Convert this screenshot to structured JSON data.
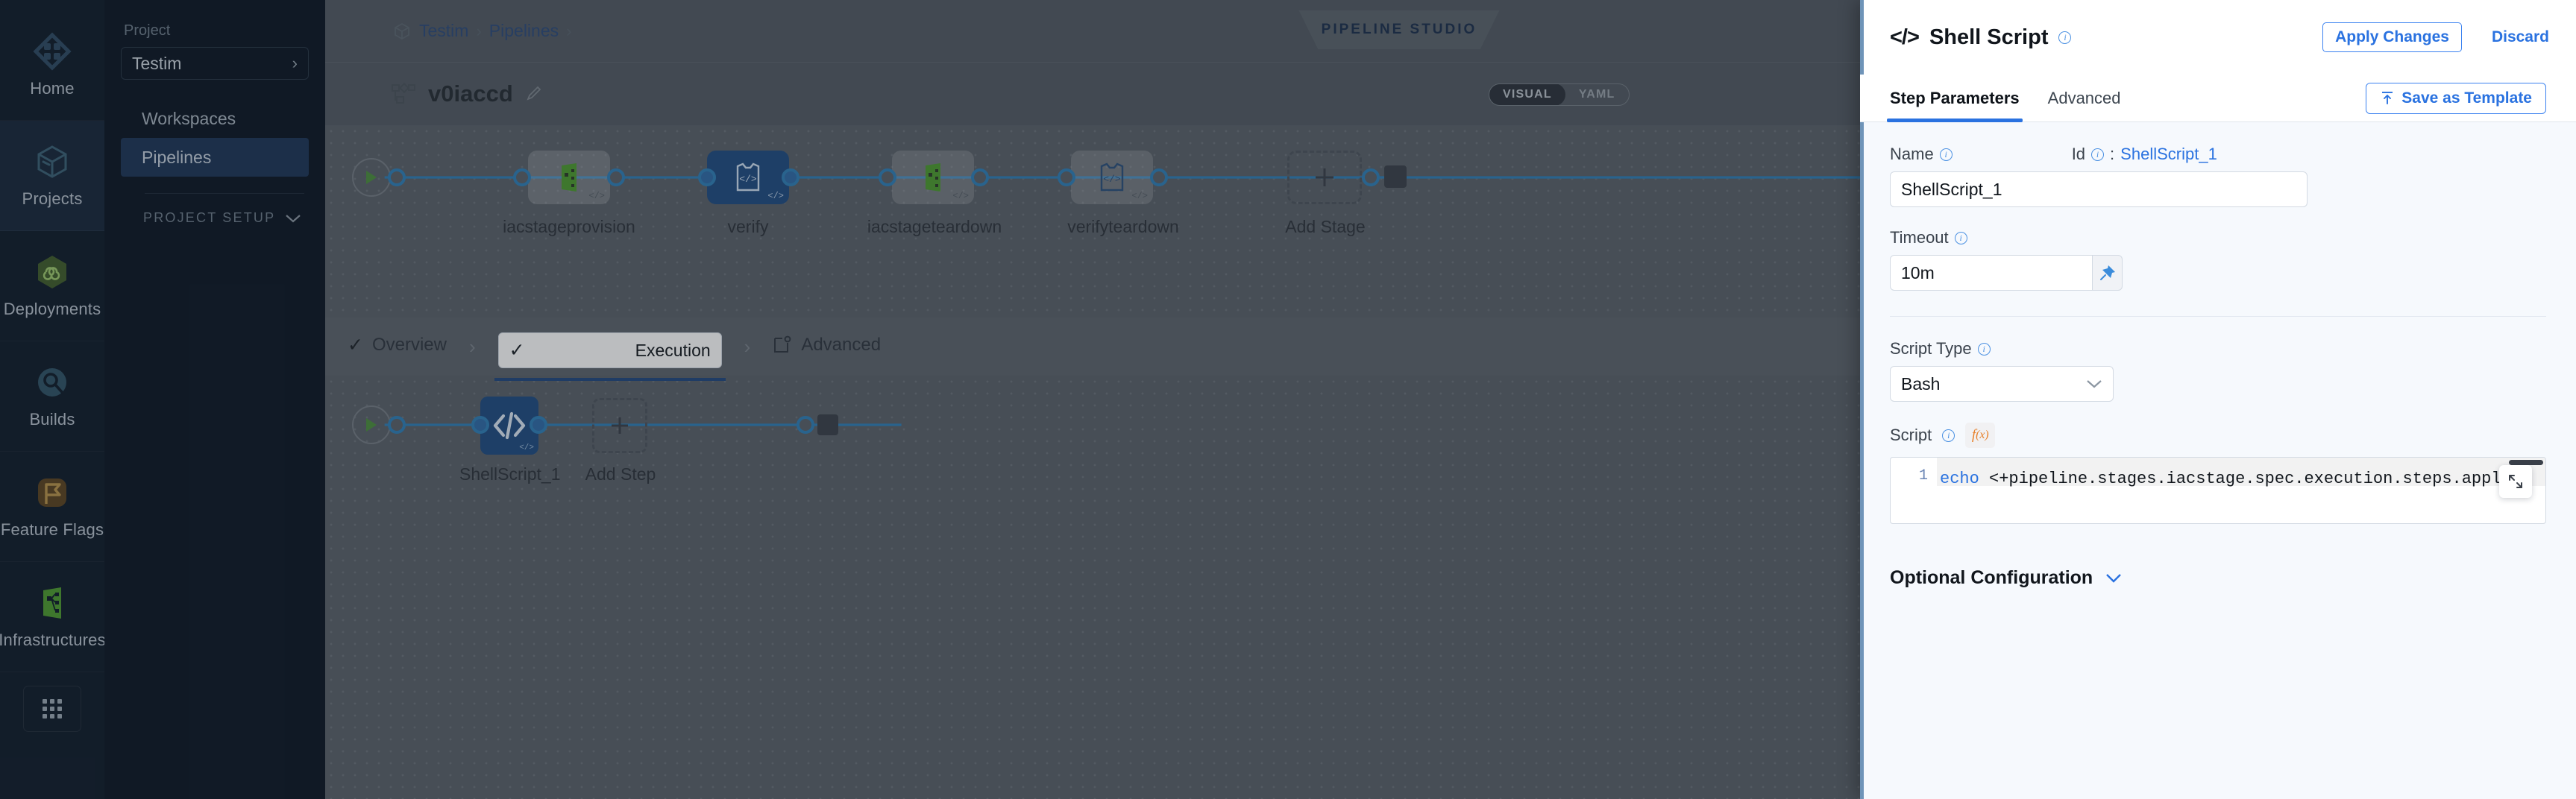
{
  "rail": {
    "items": [
      {
        "label": "Home",
        "icon": "home-diamond-icon",
        "active": false
      },
      {
        "label": "Projects",
        "icon": "cube-icon",
        "active": true
      },
      {
        "label": "Deployments",
        "icon": "infinity-hexagon-icon",
        "active": false
      },
      {
        "label": "Builds",
        "icon": "build-circle-icon",
        "active": false
      },
      {
        "label": "Feature Flags",
        "icon": "flag-icon",
        "active": false
      },
      {
        "label": "Infrastructures",
        "icon": "infrastructure-icon",
        "active": false
      }
    ],
    "app_grid_icon": "app-grid-icon"
  },
  "project_panel": {
    "section_label": "Project",
    "selected_project": "Testim",
    "chevron_icon": "chevron-right-icon",
    "nav": [
      {
        "label": "Workspaces",
        "active": false
      },
      {
        "label": "Pipelines",
        "active": true
      }
    ],
    "setup_label": "PROJECT SETUP",
    "setup_chevron_icon": "chevron-down-icon"
  },
  "studio": {
    "ribbon_label": "PIPELINE STUDIO",
    "close_icon": "close-icon",
    "breadcrumb": {
      "icon": "cube-icon",
      "items": [
        "Testim",
        "Pipelines"
      ],
      "separator": "›"
    },
    "pipeline": {
      "icon": "pipeline-nodes-icon",
      "name": "v0iaccd",
      "edit_icon": "pencil-icon"
    },
    "view_toggle": {
      "options": [
        "VISUAL",
        "YAML"
      ],
      "selected": "VISUAL"
    },
    "stages": [
      {
        "label": "iacstageprovision",
        "icon": "infrastructure-icon",
        "selected": false
      },
      {
        "label": "verify",
        "icon": "custom-stage-icon",
        "selected": true
      },
      {
        "label": "iacstageteardown",
        "icon": "infrastructure-icon",
        "selected": false
      },
      {
        "label": "verifyteardown",
        "icon": "custom-stage-icon",
        "selected": false
      }
    ],
    "add_stage_label": "Add Stage",
    "add_stage_icon": "plus-icon",
    "tabs": [
      {
        "label": "Overview",
        "icon": "check-icon",
        "selected": false
      },
      {
        "label": "Execution",
        "icon": "check-icon",
        "selected": true
      },
      {
        "label": "Advanced",
        "icon": "advanced-gear-icon",
        "selected": false
      }
    ],
    "tab_separator_icon": "chevron-right-icon",
    "steps": [
      {
        "label": "ShellScript_1",
        "icon": "code-brackets-icon",
        "selected": true
      }
    ],
    "add_step_label": "Add Step",
    "add_step_icon": "plus-icon",
    "start_node_icon": "play-icon",
    "end_node_icon": "stop-square-icon"
  },
  "drawer": {
    "header": {
      "icon": "code-brackets-icon",
      "title": "Shell Script",
      "info_icon": "info-icon",
      "apply_label": "Apply Changes",
      "discard_label": "Discard"
    },
    "tabs": [
      {
        "label": "Step Parameters",
        "selected": true
      },
      {
        "label": "Advanced",
        "selected": false
      }
    ],
    "save_template": {
      "label": "Save as Template",
      "icon": "template-upload-icon"
    },
    "fields": {
      "name_label": "Name",
      "name_value": "ShellScript_1",
      "id_label": "Id",
      "id_separator": ":",
      "id_value": "ShellScript_1",
      "timeout_label": "Timeout",
      "timeout_value": "10m",
      "timeout_pin_icon": "pin-icon",
      "script_type_label": "Script Type",
      "script_type_value": "Bash",
      "script_type_chevron_icon": "chevron-down-icon",
      "script_label": "Script",
      "script_fx_icon": "fx-icon",
      "script_line_number": "1",
      "script_keyword": "echo",
      "script_text": " <+pipeline.stages.iacstage.spec.execution.steps.appl",
      "expand_icon": "expand-arrows-icon"
    },
    "optional_configuration": {
      "label": "Optional Configuration",
      "chevron_icon": "chevron-down-icon"
    }
  },
  "colors": {
    "accent_blue": "#2a72e0",
    "node_selected": "#1f4b82",
    "rail_bg": "#0e1a29",
    "panel_bg": "#0b1523",
    "canvas_bg": "#5a6169"
  }
}
